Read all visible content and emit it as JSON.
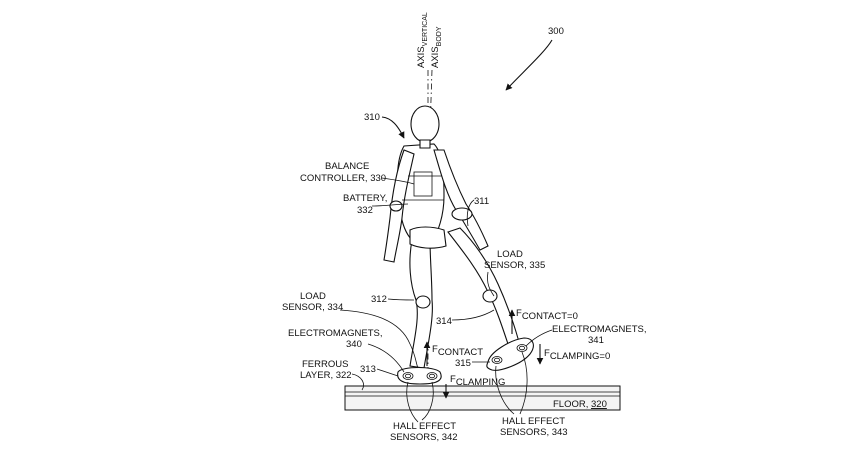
{
  "figure_number": "300",
  "axes": {
    "vertical_main": "AXIS",
    "vertical_sub": "VERTICAL",
    "body_main": "AXIS",
    "body_sub": "BODY"
  },
  "labels": {
    "robot": "310",
    "balance_line1": "BALANCE",
    "balance_line2": "CONTROLLER, 330",
    "battery_line1": "BATTERY,",
    "battery_line2": "332",
    "leg_311": "311",
    "load_sensor_335_line1": "LOAD",
    "load_sensor_335_line2": "SENSOR, 335",
    "load_sensor_334_line1": "LOAD",
    "load_sensor_334_line2": "SENSOR, 334",
    "leg_312": "312",
    "leg_314": "314",
    "electromagnets_340_line1": "ELECTROMAGNETS,",
    "electromagnets_340_line2": "340",
    "electromagnets_341_line1": "ELECTROMAGNETS,",
    "electromagnets_341_line2": "341",
    "ferrous_line1": "FERROUS",
    "ferrous_line2": "LAYER, 322",
    "foot_313": "313",
    "foot_315": "315",
    "floor_text": "FLOOR, ",
    "floor_ref": "320",
    "hall_342_line1": "HALL EFFECT",
    "hall_342_line2": "SENSORS, 342",
    "hall_343_line1": "HALL EFFECT",
    "hall_343_line2": "SENSORS, 343"
  },
  "forces": {
    "f_contact_main": "F",
    "f_contact_sub": "CONTACT",
    "f_clamping_main": "F",
    "f_clamping_sub": "CLAMPING",
    "f_contact0_main": "F",
    "f_contact0_sub": "CONTACT=0",
    "f_clamping0_main": "F",
    "f_clamping0_sub": "CLAMPING=0"
  }
}
